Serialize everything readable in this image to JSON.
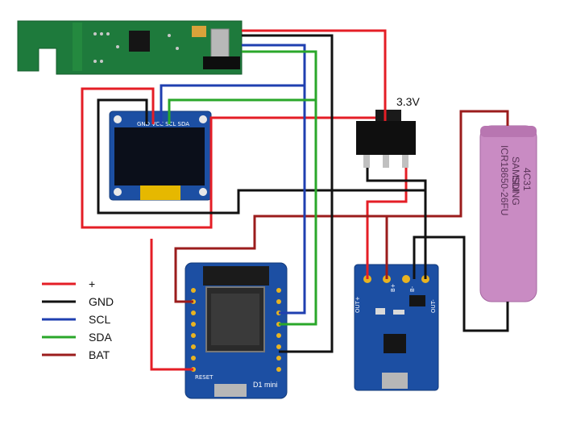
{
  "labels": {
    "regulator": "3.3V",
    "oled_pins": "GND VCC SCL SDA",
    "battery_line1": "ICR18650-26FU",
    "battery_line2": "SAMSUNG",
    "battery_line3": "SDI",
    "battery_line4": "4C31",
    "d1_name": "D1 mini",
    "d1_reset": "RESET",
    "charger_out_plus": "OUT+",
    "charger_b_plus": "B+",
    "charger_b_minus": "B-",
    "charger_out_minus": "OUT-"
  },
  "legend": [
    {
      "label": "+",
      "color": "#e41e26"
    },
    {
      "label": "GND",
      "color": "#111111"
    },
    {
      "label": "SCL",
      "color": "#1f3fb0"
    },
    {
      "label": "SDA",
      "color": "#2aa72a"
    },
    {
      "label": "BAT",
      "color": "#9b1c1c"
    }
  ],
  "colors": {
    "pcb_green": "#1e7a3c",
    "pcb_blue": "#1c4fa3",
    "battery": "#c98bc3",
    "wire_red": "#e41e26",
    "wire_black": "#111111",
    "wire_blue": "#1f3fb0",
    "wire_green": "#2aa72a",
    "wire_darkred": "#9b1c1c"
  }
}
